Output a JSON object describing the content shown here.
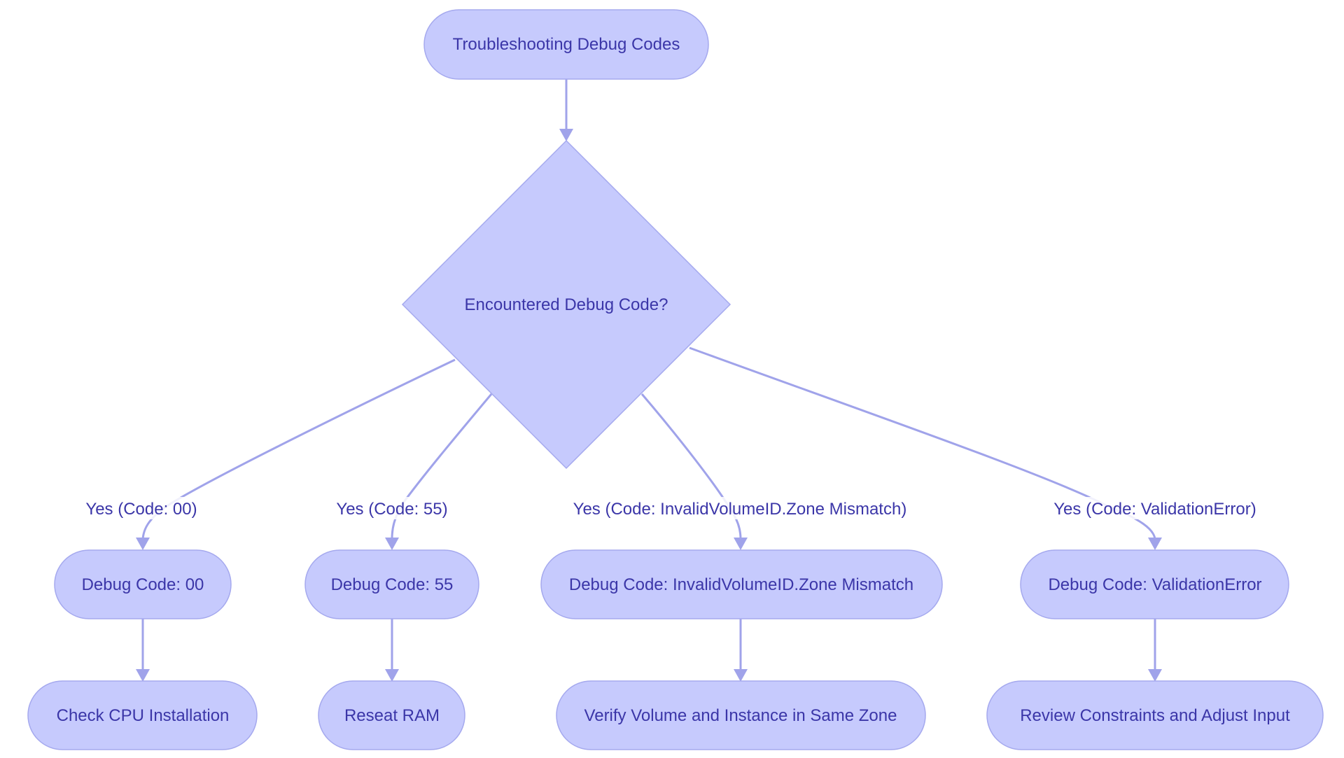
{
  "nodes": {
    "start": "Troubleshooting Debug Codes",
    "decision": "Encountered Debug Code?",
    "code00": "Debug Code: 00",
    "code55": "Debug Code: 55",
    "codeZone": "Debug Code: InvalidVolumeID.Zone Mismatch",
    "codeValidation": "Debug Code: ValidationError",
    "actionCpu": "Check CPU Installation",
    "actionRam": "Reseat RAM",
    "actionZone": "Verify Volume and Instance in Same Zone",
    "actionInput": "Review Constraints and Adjust Input"
  },
  "edge_labels": {
    "to00": "Yes (Code: 00)",
    "to55": "Yes (Code: 55)",
    "toZone": "Yes (Code: InvalidVolumeID.Zone Mismatch)",
    "toValidation": "Yes (Code: ValidationError)"
  },
  "colors": {
    "node_fill": "#c6cafd",
    "node_stroke": "#a5a9ee",
    "edge": "#a0a3ea",
    "text": "#3b36a8"
  }
}
